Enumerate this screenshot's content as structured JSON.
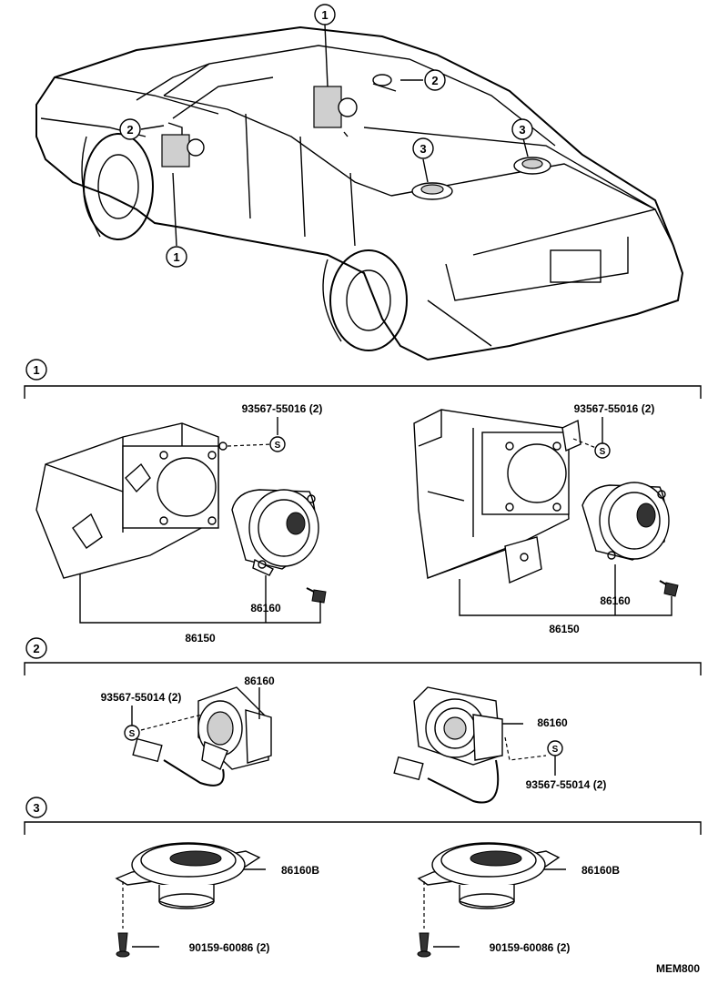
{
  "callouts": {
    "one": "1",
    "two": "2",
    "three": "3"
  },
  "section1": {
    "left": {
      "screw_part": "93567-55016 (2)",
      "speaker_part": "86160",
      "box_part": "86150"
    },
    "right": {
      "screw_part": "93567-55016 (2)",
      "speaker_part": "86160",
      "box_part": "86150"
    }
  },
  "section2": {
    "left": {
      "screw_part": "93567-55014 (2)",
      "speaker_part": "86160"
    },
    "right": {
      "screw_part": "93567-55014 (2)",
      "speaker_part": "86160"
    }
  },
  "section3": {
    "left": {
      "speaker_part": "86160B",
      "screw_part": "90159-60086 (2)"
    },
    "right": {
      "speaker_part": "86160B",
      "screw_part": "90159-60086 (2)"
    }
  },
  "s_mark": "S",
  "diagram_code": "MEM800"
}
